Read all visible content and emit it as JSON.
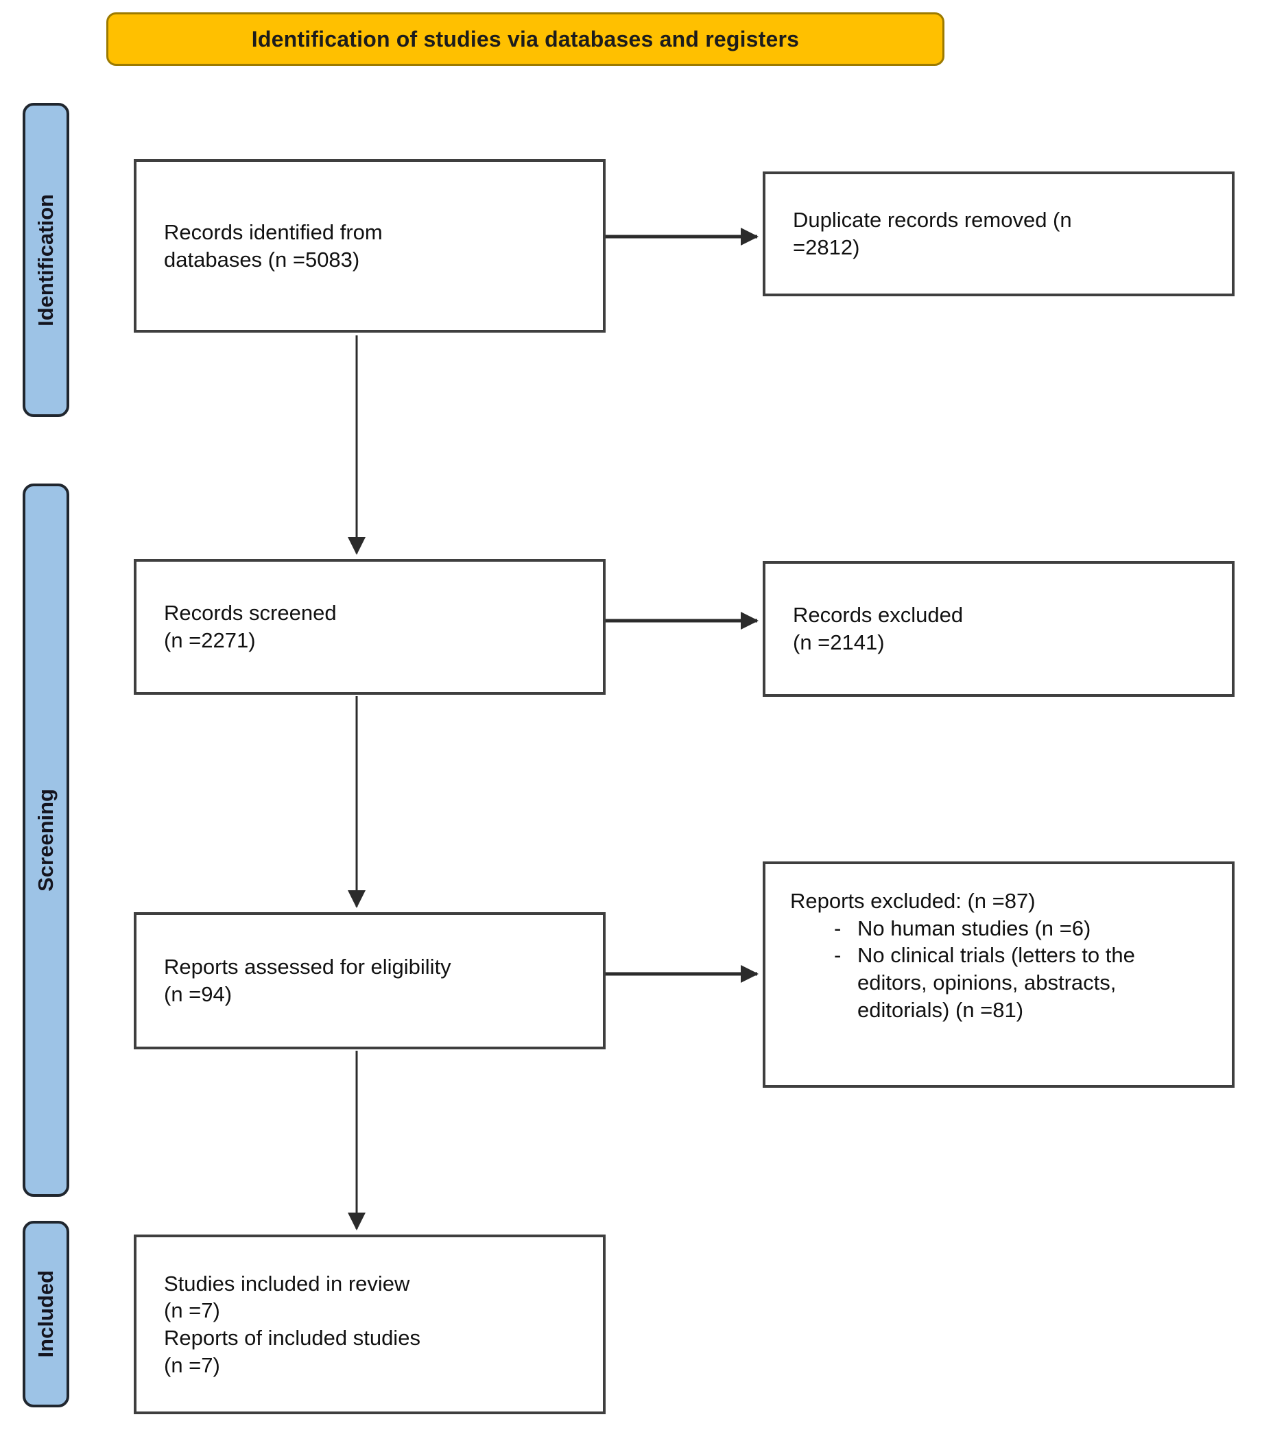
{
  "header": {
    "title": "Identification of studies via databases and registers"
  },
  "stages": [
    {
      "label": "Identification"
    },
    {
      "label": "Screening"
    },
    {
      "label": "Included"
    }
  ],
  "boxes": {
    "records_identified": {
      "lines": [
        "Records identified from",
        "databases (n =5083)"
      ]
    },
    "duplicates_removed": {
      "lines": [
        "Duplicate records removed (n",
        "=2812)"
      ]
    },
    "records_screened": {
      "lines": [
        "Records screened",
        "(n =2271)"
      ]
    },
    "records_excluded": {
      "lines": [
        "Records excluded",
        "(n =2141)"
      ]
    },
    "reports_assessed": {
      "lines": [
        "Reports assessed for eligibility",
        "(n =94)"
      ]
    },
    "reports_excluded": {
      "title": "Reports excluded: (n =87)",
      "bullet_char": "-",
      "items": [
        "No human studies (n =6)",
        "No clinical trials (letters to the editors, opinions, abstracts, editorials) (n =81)"
      ]
    },
    "included": {
      "lines": [
        "Studies included in review",
        "(n =7)",
        "Reports of included studies",
        "(n =7)"
      ]
    }
  },
  "colors": {
    "header_bg": "#FFC000",
    "header_border": "#9C7A00",
    "stage_bg": "#9DC3E6",
    "stage_border": "#20262E",
    "box_border": "#3F3F3F",
    "arrow": "#2B2B2B",
    "text": "#111111"
  }
}
